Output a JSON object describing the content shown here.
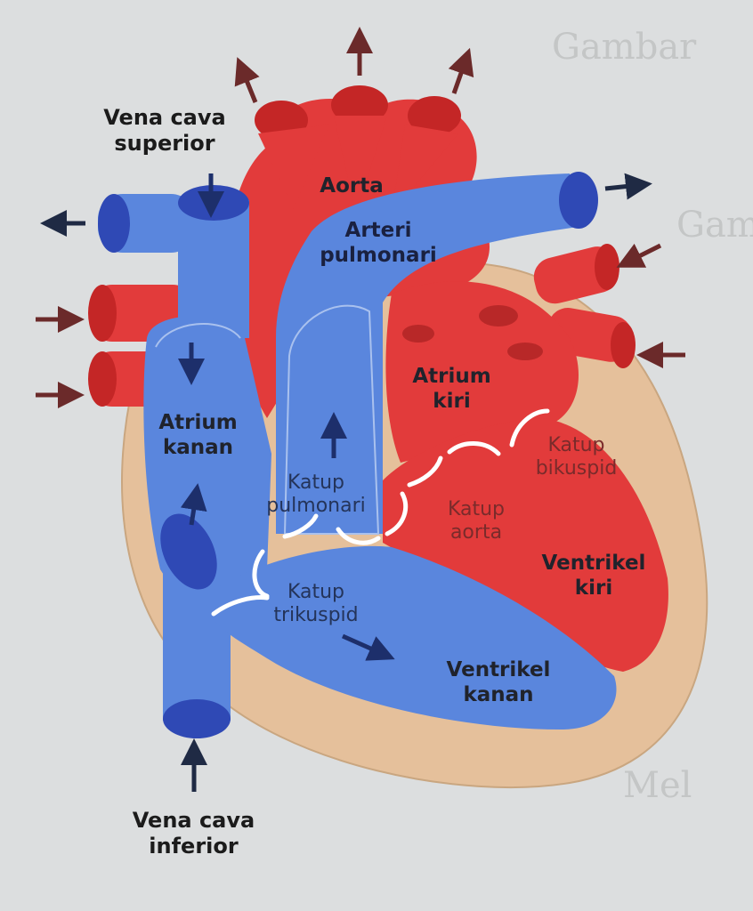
{
  "labels": {
    "vena_cava_superior": [
      "Vena cava",
      "superior"
    ],
    "vena_cava_inferior": [
      "Vena cava",
      "inferior"
    ],
    "aorta": "Aorta",
    "arteri_pulmonari": [
      "Arteri",
      "pulmonari"
    ],
    "atrium_kanan": [
      "Atrium",
      "kanan"
    ],
    "atrium_kiri": [
      "Atrium",
      "kiri"
    ],
    "katup_pulmonari": [
      "Katup",
      "pulmonari"
    ],
    "katup_trikuspid": [
      "Katup",
      "trikuspid"
    ],
    "katup_aorta": [
      "Katup",
      "aorta"
    ],
    "katup_bikuspid": [
      "Katup",
      "bikuspid"
    ],
    "ventrikel_kiri": [
      "Ventrikel",
      "kiri"
    ],
    "ventrikel_kanan": [
      "Ventrikel",
      "kanan"
    ]
  },
  "colors": {
    "oxygenated": "#e23b3b",
    "deoxygenated": "#5a86dd",
    "muscle": "#e5c09b",
    "valve": "#ffffff",
    "arrow_in": "#6b2a2a",
    "arrow_out": "#1f2a44"
  }
}
